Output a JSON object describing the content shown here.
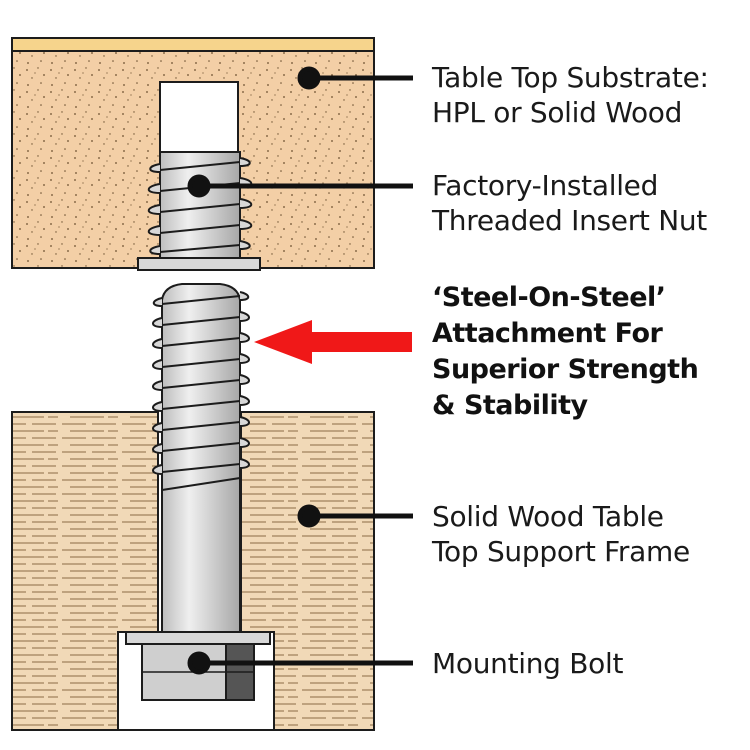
{
  "labels": {
    "substrate": {
      "line1": "Table Top Substrate:",
      "line2": "HPL or Solid Wood"
    },
    "insert_nut": {
      "line1": "Factory-Installed",
      "line2": "Threaded Insert Nut"
    },
    "steel": {
      "line1": "‘Steel-On-Steel’",
      "line2": "Attachment For",
      "line3": "Superior Strength",
      "line4": "& Stability"
    },
    "frame": {
      "line1": "Solid Wood Table",
      "line2": "Top Support Frame"
    },
    "bolt": {
      "line1": "Mounting Bolt"
    }
  },
  "colors": {
    "substrate_fill": "#f3cfa6",
    "laminate_edge": "#f6d48c",
    "frame_fill": "#f1d9b7",
    "steel_fill": "#d8d8d8",
    "steel_shadow": "#a9a9a9",
    "bolt_head_dark": "#555555",
    "arrow": "#f01818",
    "outline": "#1c1c1c"
  },
  "icons": {
    "pointer": "filled-dot-leader",
    "direction": "left-arrow"
  }
}
